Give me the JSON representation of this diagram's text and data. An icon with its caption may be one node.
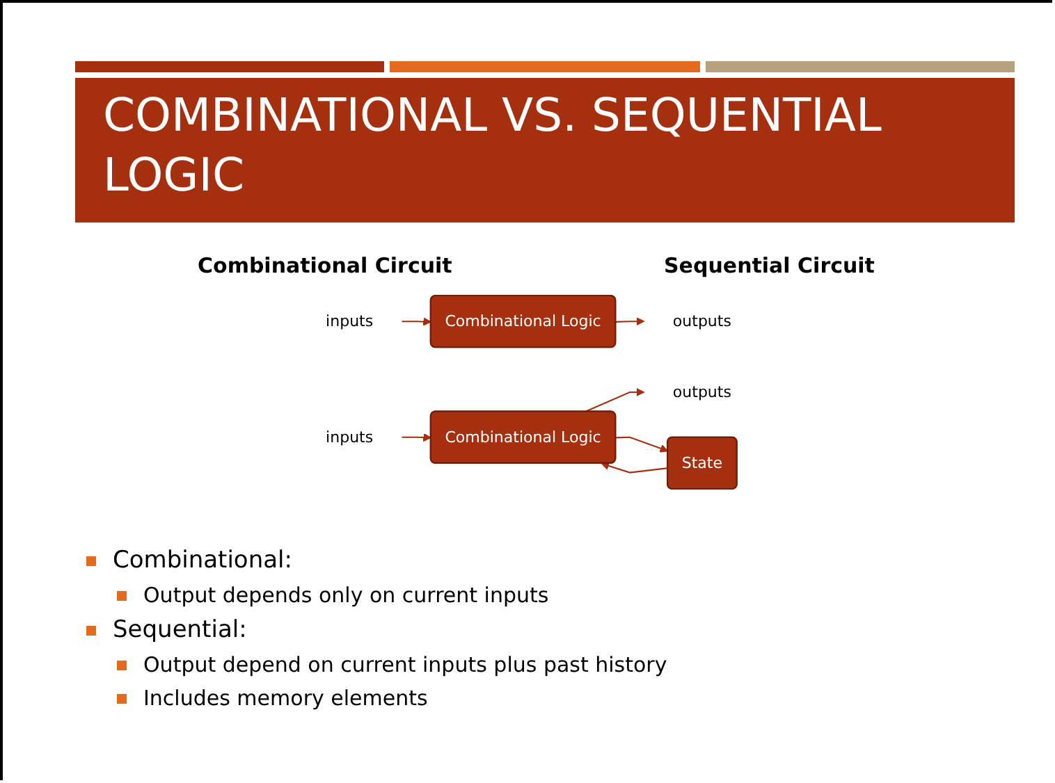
{
  "diagram": {
    "title": "COMBINATIONAL VS. SEQUENTIAL LOGIC",
    "nodes": [
      {
        "text": [
          "inputs"
        ]
      },
      {
        "text": [
          "Combinational Logic"
        ]
      },
      {
        "text": [
          "outputs"
        ]
      },
      {
        "text": [
          "inputs"
        ]
      },
      {
        "text": [
          "Combinational Logic"
        ]
      },
      {
        "text": [
          "outputs"
        ]
      },
      {
        "text": [
          "State"
        ]
      }
    ],
    "edges": [
      {
        "from": 0,
        "to": 1,
        "arrow": "to"
      },
      {
        "from": 1,
        "to": 2,
        "arrow": "to"
      },
      {
        "from": 3,
        "to": 4,
        "arrow": "to"
      },
      {
        "from": 4,
        "to": 5,
        "arrow": "to"
      },
      {
        "from": 4,
        "to": 6,
        "arrow": "to"
      },
      {
        "from": 6,
        "to": 4,
        "arrow": "to"
      }
    ],
    "labels": [
      "Combinational Circuit",
      "Sequential Circuit",
      "Combinational:",
      "Output depends only on current inputs",
      "Sequential:",
      "Output depend on current inputs plus past history",
      "Includes memory elements"
    ]
  }
}
